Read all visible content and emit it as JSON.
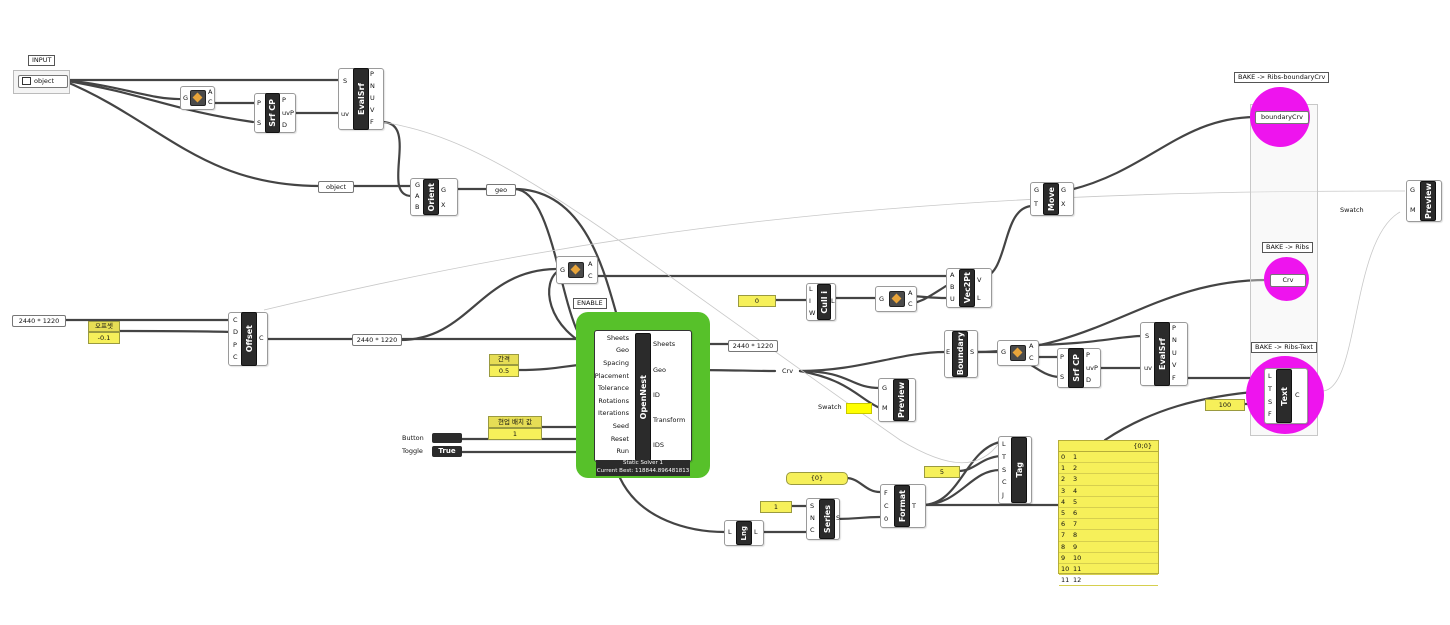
{
  "input_group": {
    "caption": "INPUT",
    "param_label": "object"
  },
  "param_object": "object",
  "param_geo": "geo",
  "param_crv": "Crv",
  "bake_labels": {
    "boundary": "BAKE -> Ribs-boundaryCrv",
    "ribs": "BAKE -> Ribs",
    "text": "BAKE -> Ribs-Text"
  },
  "bake_params": {
    "boundary": "boundaryCrv",
    "ribs": "Crv"
  },
  "components": {
    "evalsrf_top": {
      "name": "EvalSrf",
      "inputs": [
        "S",
        "uv"
      ],
      "outputs": [
        "P",
        "N",
        "U",
        "V",
        "F"
      ]
    },
    "area_top": {
      "inputs": [
        "G"
      ],
      "outputs": [
        "A",
        "C"
      ]
    },
    "srfcp_top": {
      "name": "Srf CP",
      "inputs": [
        "P",
        "S"
      ],
      "outputs": [
        "P",
        "uvP",
        "D"
      ]
    },
    "orient": {
      "name": "Orient",
      "inputs": [
        "G",
        "A",
        "B"
      ],
      "outputs": [
        "G",
        "X"
      ]
    },
    "area_mid": {
      "inputs": [
        "G"
      ],
      "outputs": [
        "A",
        "C"
      ]
    },
    "offset": {
      "name": "Offset",
      "inputs": [
        "C",
        "D",
        "P",
        "C"
      ],
      "outputs": [
        "C"
      ]
    },
    "opennest": {
      "name": "OpenNest",
      "inputs": [
        "Sheets",
        "Geo",
        "Spacing",
        "Placement",
        "Tolerance",
        "Rotations",
        "Iterations",
        "Seed",
        "Reset",
        "Run"
      ],
      "outputs": [
        "Sheets",
        "Geo",
        "ID",
        "Transform",
        "IDS"
      ],
      "footer1": "Static Solver 1",
      "footer2": "Current Best: 118844.896481813",
      "enable_caption": "ENABLE",
      "accent": "#57c12a"
    },
    "cull": {
      "name": "Cull i",
      "inputs": [
        "L",
        "I",
        "W"
      ],
      "outputs": [
        "L"
      ]
    },
    "area_right": {
      "inputs": [
        "G"
      ],
      "outputs": [
        "A",
        "C"
      ]
    },
    "vec2pt": {
      "name": "Vec2Pt",
      "inputs": [
        "A",
        "B",
        "U"
      ],
      "outputs": [
        "V",
        "L"
      ]
    },
    "move": {
      "name": "Move",
      "inputs": [
        "G",
        "T"
      ],
      "outputs": [
        "G",
        "X"
      ]
    },
    "preview_top": {
      "name": "Preview",
      "inputs": [
        "G",
        "M"
      ]
    },
    "boundary": {
      "name": "Boundary",
      "inputs": [
        "E"
      ],
      "outputs": [
        "S"
      ]
    },
    "area_b": {
      "inputs": [
        "G"
      ],
      "outputs": [
        "A",
        "C"
      ]
    },
    "srfcp_b": {
      "name": "Srf CP",
      "inputs": [
        "P",
        "S"
      ],
      "outputs": [
        "P",
        "uvP",
        "D"
      ]
    },
    "evalsrf_b": {
      "name": "EvalSrf",
      "inputs": [
        "S",
        "uv"
      ],
      "outputs": [
        "P",
        "N",
        "U",
        "V",
        "F"
      ]
    },
    "preview_mid": {
      "name": "Preview",
      "inputs": [
        "G",
        "M"
      ]
    },
    "text": {
      "name": "Text",
      "inputs": [
        "L",
        "T",
        "S",
        "F"
      ],
      "outputs": [
        "C"
      ]
    },
    "tag": {
      "name": "Tag",
      "inputs": [
        "L",
        "T",
        "S",
        "C",
        "J"
      ]
    },
    "format": {
      "name": "Format",
      "inputs": [
        "F",
        "C",
        "0"
      ],
      "outputs": [
        "T"
      ]
    },
    "series": {
      "name": "Series",
      "inputs": [
        "S",
        "N",
        "C"
      ],
      "outputs": [
        "S"
      ]
    },
    "length": {
      "name": "Lng",
      "inputs": [
        "L"
      ],
      "outputs": [
        "L"
      ]
    }
  },
  "panels": {
    "sheet_left": "2440 * 1220",
    "sheet_mid": "2440 * 1220",
    "sheet_out": "2440 * 1220",
    "crv": "Crv",
    "format_str": "{0}"
  },
  "sliders": {
    "offset": {
      "label": "오프셋",
      "value": "-0.1"
    },
    "spacing": {
      "label": "간격",
      "value": "0.5"
    },
    "seed": {
      "label": "현업 배치 값",
      "value": "1"
    },
    "cull": {
      "value": "0"
    },
    "text_size": {
      "value": "100"
    },
    "tag": {
      "value": "5"
    },
    "series": {
      "value": "1"
    }
  },
  "button": {
    "label": "Button"
  },
  "toggle": {
    "label": "Toggle",
    "value": "True"
  },
  "swatch_labels": {
    "top": "Swatch",
    "mid": "Swatch"
  },
  "colors": {
    "bake": "#ee14ee",
    "swatch": "#ffff00",
    "panel_yellow": "#f6f05a"
  },
  "data_table": {
    "path": "{0;0}",
    "rows": [
      {
        "i": "0",
        "v": "1"
      },
      {
        "i": "1",
        "v": "2"
      },
      {
        "i": "2",
        "v": "3"
      },
      {
        "i": "3",
        "v": "4"
      },
      {
        "i": "4",
        "v": "5"
      },
      {
        "i": "5",
        "v": "6"
      },
      {
        "i": "6",
        "v": "7"
      },
      {
        "i": "7",
        "v": "8"
      },
      {
        "i": "8",
        "v": "9"
      },
      {
        "i": "9",
        "v": "10"
      },
      {
        "i": "10",
        "v": "11"
      },
      {
        "i": "11",
        "v": "12"
      }
    ]
  }
}
